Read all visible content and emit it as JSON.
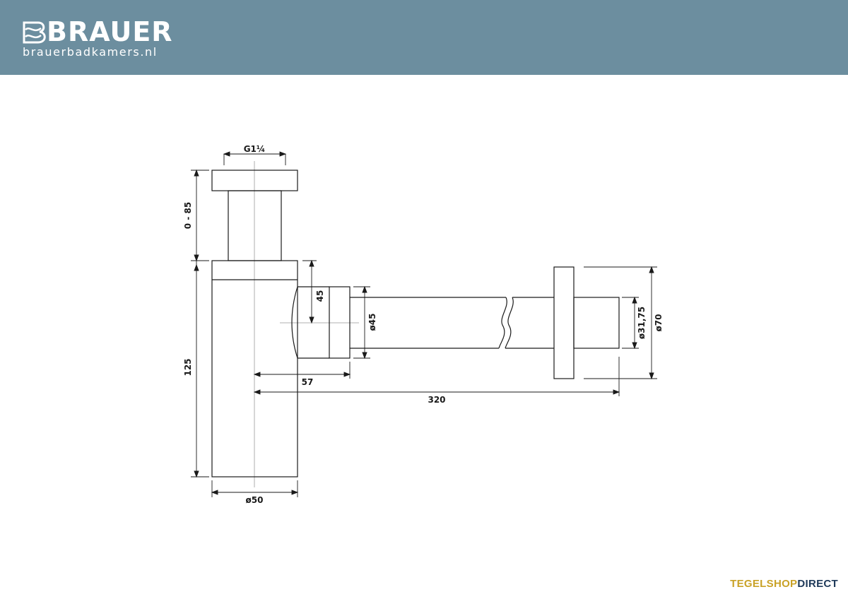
{
  "header": {
    "brand": "BRAUER",
    "website": "brauerbadkamers.nl",
    "background_color": "#6c8e9f",
    "logo_icon": "brauer-logo-icon"
  },
  "diagram": {
    "dimensions": {
      "thread": "G1¼",
      "adjust_range": "0 - 85",
      "body_height": "125",
      "body_diameter": "ø50",
      "outlet_height": "45",
      "outlet_diameter": "ø45",
      "outlet_offset": "57",
      "total_length": "320",
      "pipe_diameter": "ø31,75",
      "rosette_diameter": "ø70"
    }
  },
  "footer": {
    "shop_part1": "TEGELSHOP",
    "shop_part2": "DIRECT",
    "shop_color1": "#c9a227",
    "shop_color2": "#1f3a5a"
  }
}
